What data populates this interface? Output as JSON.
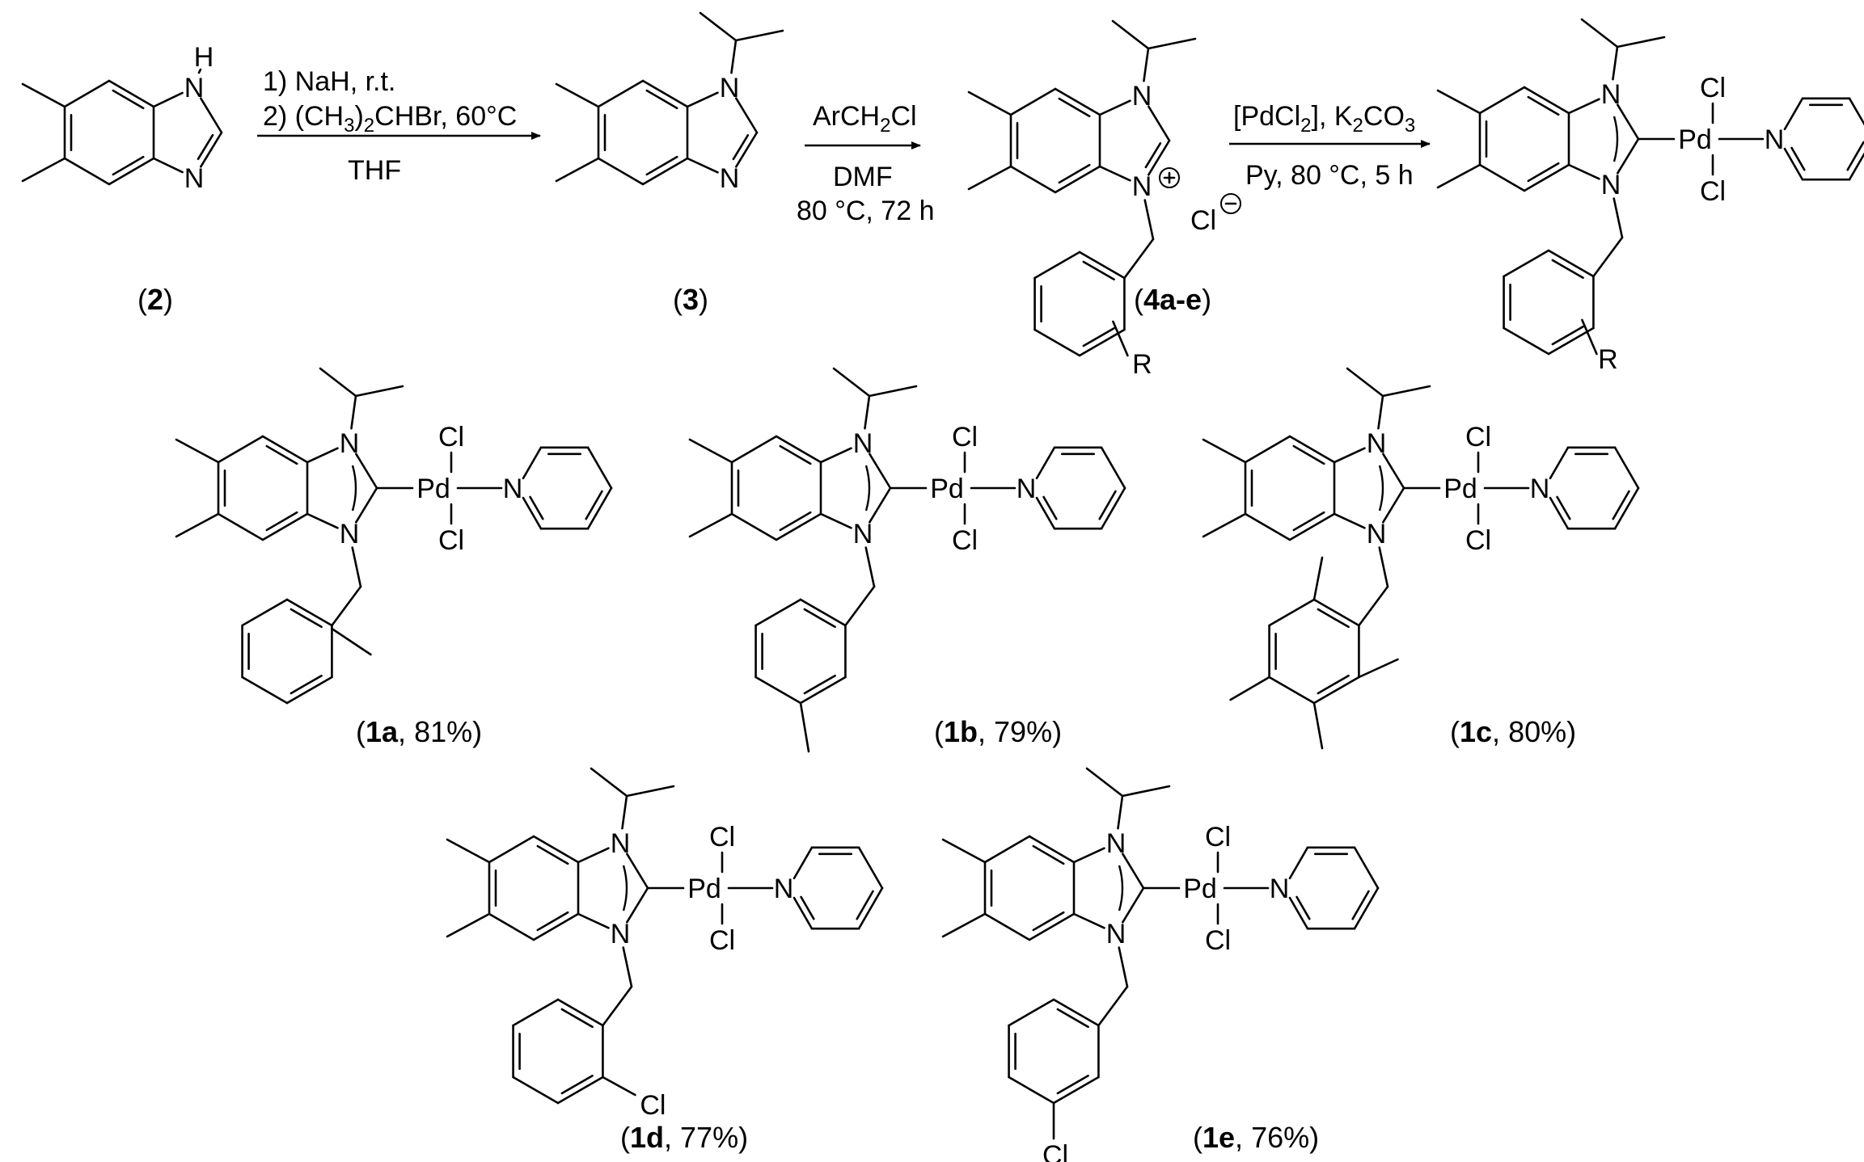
{
  "structures": {
    "s2": {
      "label": "2"
    },
    "s3": {
      "label": "3"
    },
    "s4": {
      "label": "4a-e",
      "anion": "Cl",
      "R": "R"
    },
    "gen": {
      "R": "R"
    },
    "a": {
      "id": "1a",
      "yield": "81%"
    },
    "b": {
      "id": "1b",
      "yield": "79%"
    },
    "c": {
      "id": "1c",
      "yield": "80%"
    },
    "d": {
      "id": "1d",
      "yield": "77%"
    },
    "e": {
      "id": "1e",
      "yield": "76%"
    }
  },
  "atoms": {
    "N": "N",
    "H": "H",
    "Pd": "Pd",
    "Cl": "Cl"
  },
  "arrows": [
    {
      "above_1": "1) NaH, r.t.",
      "above_2a": "2) (CH",
      "above_2b": "3",
      "above_2c": ")",
      "above_2d": "2",
      "above_2e": "CHBr, 60°C",
      "below": "THF"
    },
    {
      "above": "ArCH",
      "above_sub": "2",
      "above_end": "Cl",
      "below_1": "DMF",
      "below_2": "80 °C, 72 h"
    },
    {
      "above_1": "[PdCl",
      "above_sub1": "2",
      "above_2": "], K",
      "above_sub2": "2",
      "above_3": "CO",
      "above_sub3": "3",
      "below": "Py, 80 °C, 5 h"
    }
  ],
  "caption_parts": {
    "open": "(",
    "sep": ", ",
    "close": ")"
  }
}
